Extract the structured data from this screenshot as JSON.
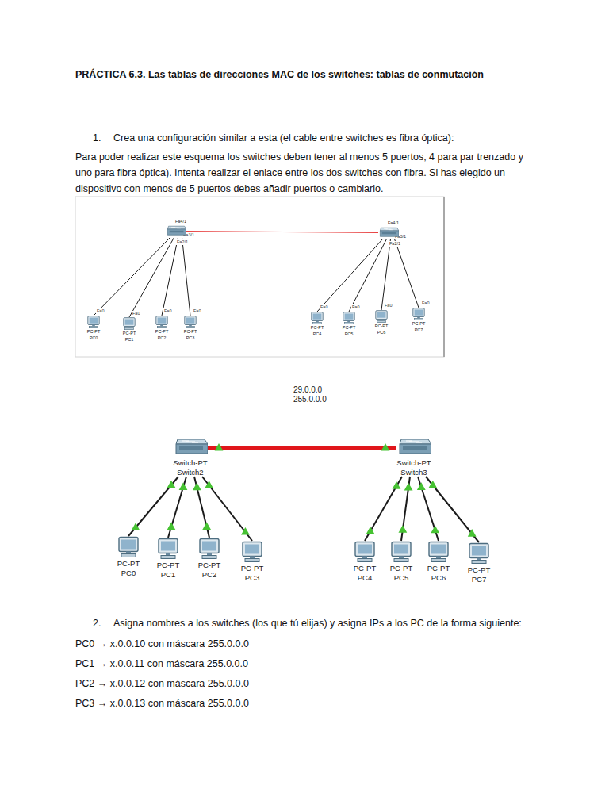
{
  "diagram": {
    "title": "PRÁCTICA 6.3. Las tablas de direcciones MAC de los switches: tablas de conmutación",
    "nodes": [
      {
        "text": [
          "Fa4/1"
        ]
      },
      {
        "text": [
          "Fa4/1"
        ]
      },
      {
        "text": [
          "PC-PT",
          "PC0"
        ]
      },
      {
        "text": [
          "PC-PT",
          "PC1"
        ]
      },
      {
        "text": [
          "PC-PT",
          "PC2"
        ]
      },
      {
        "text": [
          "PC-PT",
          "PC3"
        ]
      },
      {
        "text": [
          "PC-PT",
          "PC4"
        ]
      },
      {
        "text": [
          "PC-PT",
          "PC5"
        ]
      },
      {
        "text": [
          "PC-PT",
          "PC6"
        ]
      },
      {
        "text": [
          "PC-PT",
          "PC7"
        ]
      },
      {
        "text": [
          "Switch-PT",
          "Switch2"
        ]
      },
      {
        "text": [
          "Switch-PT",
          "Switch3"
        ]
      },
      {
        "text": [
          "PC-PT",
          "PC0"
        ]
      },
      {
        "text": [
          "PC-PT",
          "PC1"
        ]
      },
      {
        "text": [
          "PC-PT",
          "PC2"
        ]
      },
      {
        "text": [
          "PC-PT",
          "PC3"
        ]
      },
      {
        "text": [
          "PC-PT",
          "PC4"
        ]
      },
      {
        "text": [
          "PC-PT",
          "PC5"
        ]
      },
      {
        "text": [
          "PC-PT",
          "PC6"
        ]
      },
      {
        "text": [
          "PC-PT",
          "PC7"
        ]
      }
    ],
    "edges": [
      {
        "from": 0,
        "to": 1,
        "arrow": "none"
      },
      {
        "from": 0,
        "to": 2,
        "arrow": "none"
      },
      {
        "from": 0,
        "to": 3,
        "arrow": "none"
      },
      {
        "from": 0,
        "to": 4,
        "arrow": "none"
      },
      {
        "from": 0,
        "to": 5,
        "arrow": "none"
      },
      {
        "from": 1,
        "to": 6,
        "arrow": "none"
      },
      {
        "from": 1,
        "to": 7,
        "arrow": "none"
      },
      {
        "from": 1,
        "to": 8,
        "arrow": "none"
      },
      {
        "from": 1,
        "to": 9,
        "arrow": "none"
      },
      {
        "from": 10,
        "to": 11,
        "arrow": "none"
      },
      {
        "from": 10,
        "to": 12,
        "arrow": "none"
      },
      {
        "from": 10,
        "to": 13,
        "arrow": "none"
      },
      {
        "from": 10,
        "to": 14,
        "arrow": "none"
      },
      {
        "from": 10,
        "to": 15,
        "arrow": "none"
      },
      {
        "from": 11,
        "to": 16,
        "arrow": "none"
      },
      {
        "from": 11,
        "to": 17,
        "arrow": "none"
      },
      {
        "from": 11,
        "to": 18,
        "arrow": "none"
      },
      {
        "from": 11,
        "to": 19,
        "arrow": "none"
      }
    ],
    "labels": [
      "1.",
      "Crea una configuración similar a esta (el cable entre switches es fibra óptica):",
      "Para poder realizar este esquema los switches deben tener al menos 5 puertos, 4 para par trenzado y uno para fibra óptica). Intenta realizar el enlace entre los dos switches con fibra. Si has elegido un dispositivo con menos de 5 puertos debes añadir puertos o cambiarlo.",
      "Fa3/1",
      "Fa2/1",
      "Fa3/1",
      "Fa2/1",
      "Fa0",
      "Fa0",
      "Fa0",
      "Fa0",
      "Fa0",
      "Fa0",
      "Fa0",
      "Fa0",
      "29.0.0.0",
      "255.0.0.0",
      "2.",
      "Asigna nombres a los switches (los que tú elijas) y asigna IPs a los PC de la forma siguiente:",
      "PC0 → x.0.0.10 con máscara 255.0.0.0",
      "PC1 → x.0.0.11 con máscara 255.0.0.0",
      "PC2 → x.0.0.12 con máscara 255.0.0.0",
      "PC3 → x.0.0.13 con máscara 255.0.0.0"
    ]
  }
}
